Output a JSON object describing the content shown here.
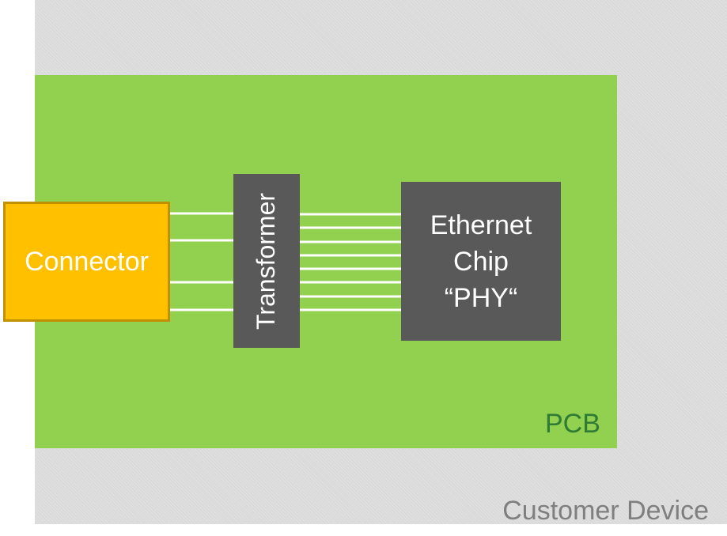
{
  "diagram": {
    "device_label": "Customer Device",
    "pcb_label": "PCB",
    "connector_label": "Connector",
    "transformer_label": "Transformer",
    "phy_lines": [
      "Ethernet",
      "Chip",
      "“PHY“"
    ],
    "connector_to_transformer_lines": 4,
    "transformer_to_phy_lines": 8,
    "colors": {
      "device": "#dadada",
      "pcb": "#92d050",
      "connector": "#ffc000",
      "connector_border": "#bf9000",
      "chips": "#595959",
      "trace": "#ffffff",
      "pcb_label": "#2f7a35",
      "device_label": "#7f7f7f"
    }
  }
}
